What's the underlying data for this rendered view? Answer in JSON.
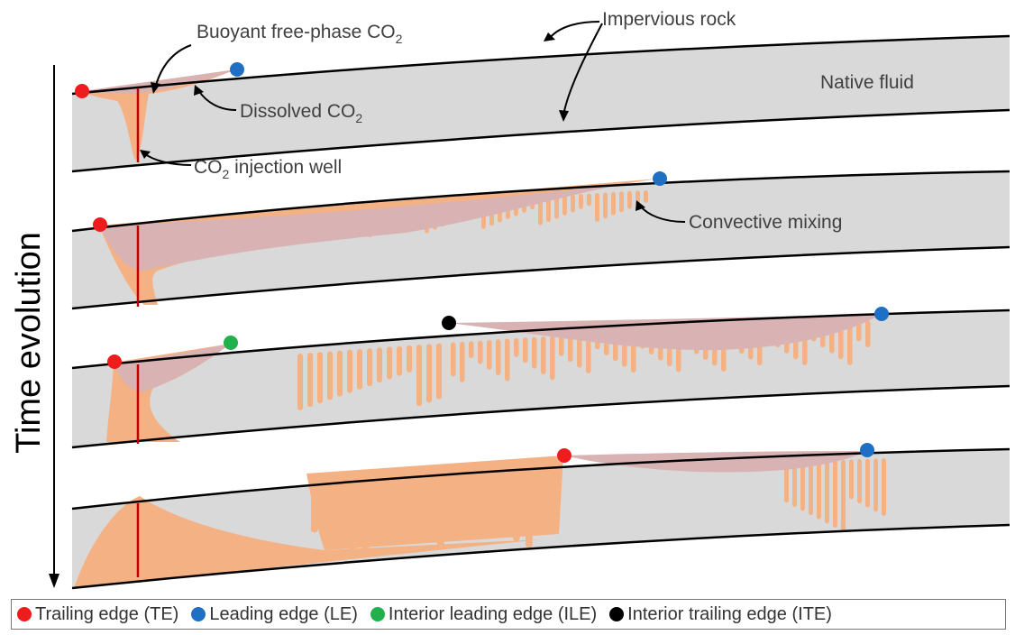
{
  "labels": {
    "impervious": "Impervious rock",
    "buoyant_pre": "Buoyant  free-phase CO",
    "buoyant_sub": "2",
    "native": "Native fluid",
    "dissolved_pre": "Dissolved CO",
    "dissolved_sub": "2",
    "well_pre": "CO",
    "well_sub": "2",
    "well_post": " injection well",
    "convective": "Convective mixing",
    "time": "Time evolution"
  },
  "legend": [
    {
      "label": "Trailing edge (TE)",
      "color": "#ee1c1c"
    },
    {
      "label": "Leading edge (LE)",
      "color": "#1f6fc4"
    },
    {
      "label": "Interior leading edge (ILE)",
      "color": "#22b04c"
    },
    {
      "label": "Interior trailing edge (ITE)",
      "color": "#000000"
    }
  ],
  "colors": {
    "rock": "#d9d9d9",
    "plume": "#d9b3b3",
    "dissolved": "#f4b183",
    "well": "#c00000"
  }
}
